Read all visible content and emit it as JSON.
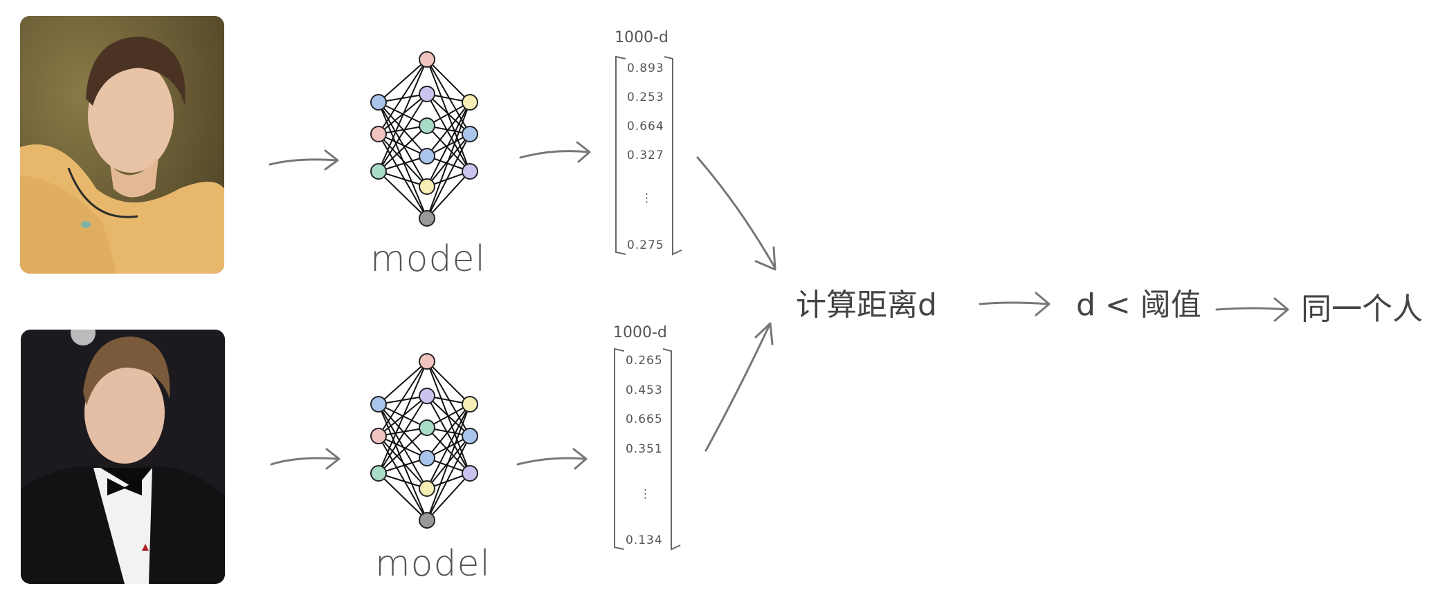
{
  "colors": {
    "node_red": "#f1c4c0",
    "node_purple": "#c9c4ef",
    "node_green": "#a9dcc6",
    "node_blue": "#a9c5ec",
    "node_yellow": "#f6eeb5",
    "node_gray": "#9a9a9a",
    "arrow": "#777777",
    "photo_top_bg": "#6b5a32",
    "photo_top_sweater": "#e6b66a",
    "photo_bottom_bg": "#1c1a1f"
  },
  "top": {
    "model_label": "model",
    "dim_label": "1000-d",
    "vector": [
      "0.893",
      "0.253",
      "0.664",
      "0.327",
      "⋮",
      "0.275"
    ]
  },
  "bottom": {
    "model_label": "model",
    "dim_label": "1000-d",
    "vector": [
      "0.265",
      "0.453",
      "0.665",
      "0.351",
      "⋮",
      "0.134"
    ]
  },
  "pipeline": {
    "compute_distance": "计算距离d",
    "threshold_test": "d < 阈值",
    "result": "同一个人"
  }
}
